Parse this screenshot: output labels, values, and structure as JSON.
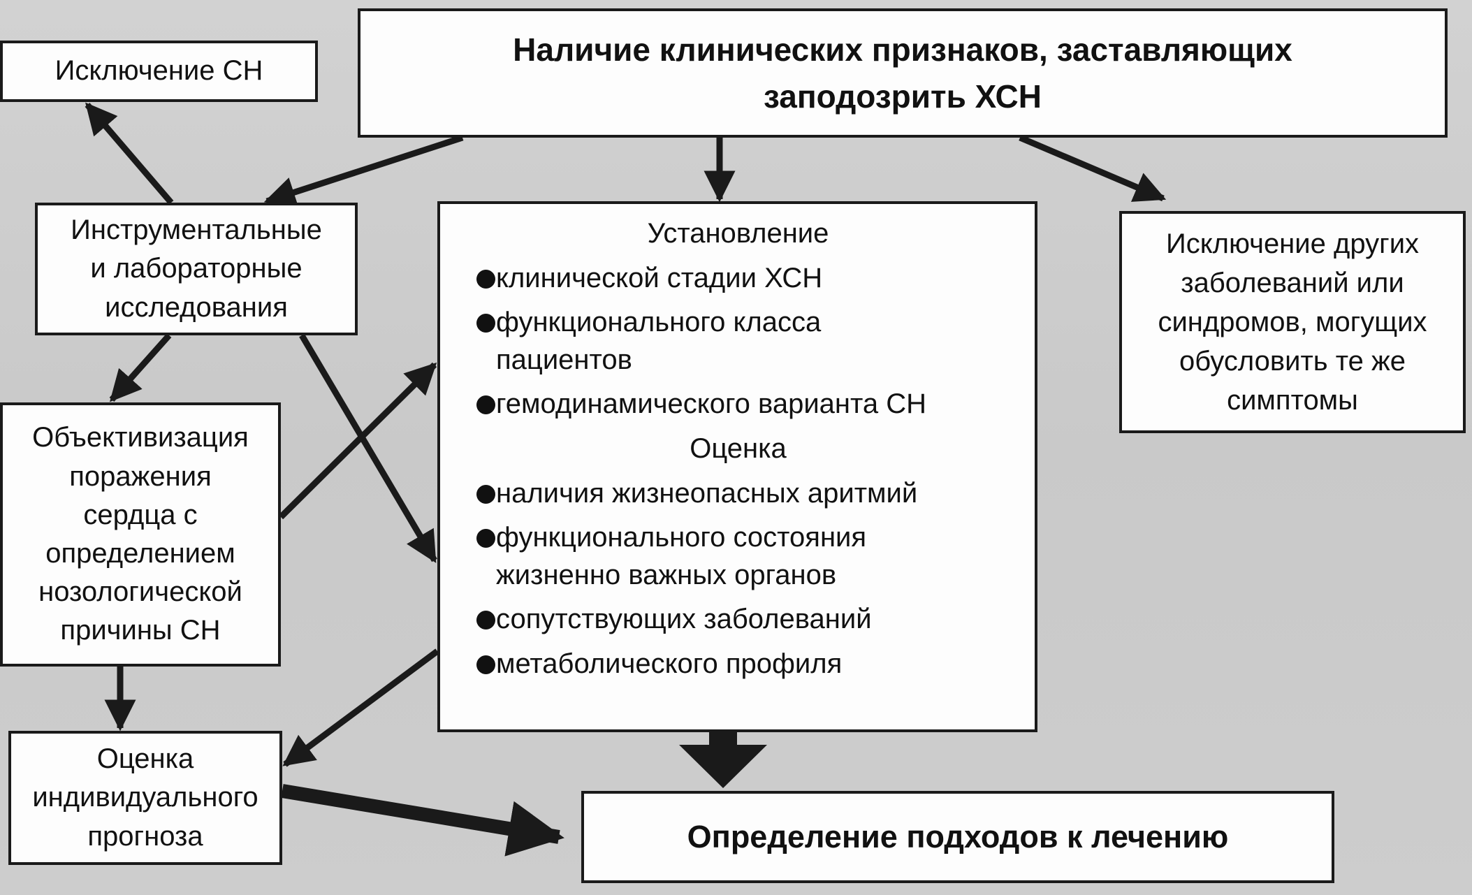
{
  "diagram": {
    "top_box": {
      "line1": "Наличие клинических признаков, заставляющих",
      "line2": "заподозрить ХСН"
    },
    "exclusion_box": {
      "text": "Исключение СН"
    },
    "instrumental_box": {
      "line1": "Инструментальные",
      "line2": "и лабораторные",
      "line3": "исследования"
    },
    "objectivization_box": {
      "line1": "Объективизация",
      "line2": "поражения",
      "line3": "сердца с",
      "line4": "определением",
      "line5": "нозологической",
      "line6": "причины СН"
    },
    "prognosis_box": {
      "line1": "Оценка",
      "line2": "индивидуального",
      "line3": "прогноза"
    },
    "main_box": {
      "header1": "Установление",
      "group1": [
        {
          "lines": [
            "клинической стадии ХСН"
          ]
        },
        {
          "lines": [
            "функционального класса",
            "пациентов"
          ]
        },
        {
          "lines": [
            "гемодинамического варианта СН"
          ]
        }
      ],
      "header2": "Оценка",
      "group2": [
        {
          "lines": [
            "наличия жизнеопасных аритмий"
          ]
        },
        {
          "lines": [
            "функционального состояния",
            "жизненно важных органов"
          ]
        },
        {
          "lines": [
            "сопутствующих заболеваний"
          ]
        },
        {
          "lines": [
            "метаболического профиля"
          ]
        }
      ]
    },
    "other_box": {
      "line1": "Исключение других",
      "line2": "заболеваний или",
      "line3": "синдромов, могущих",
      "line4": "обусловить те же",
      "line5": "симптомы"
    },
    "treatment_box": {
      "text": "Определение подходов к лечению"
    }
  },
  "colors": {
    "background": "#cccccc",
    "box_fill": "#fdfdfd",
    "stroke": "#1a1a1a"
  }
}
